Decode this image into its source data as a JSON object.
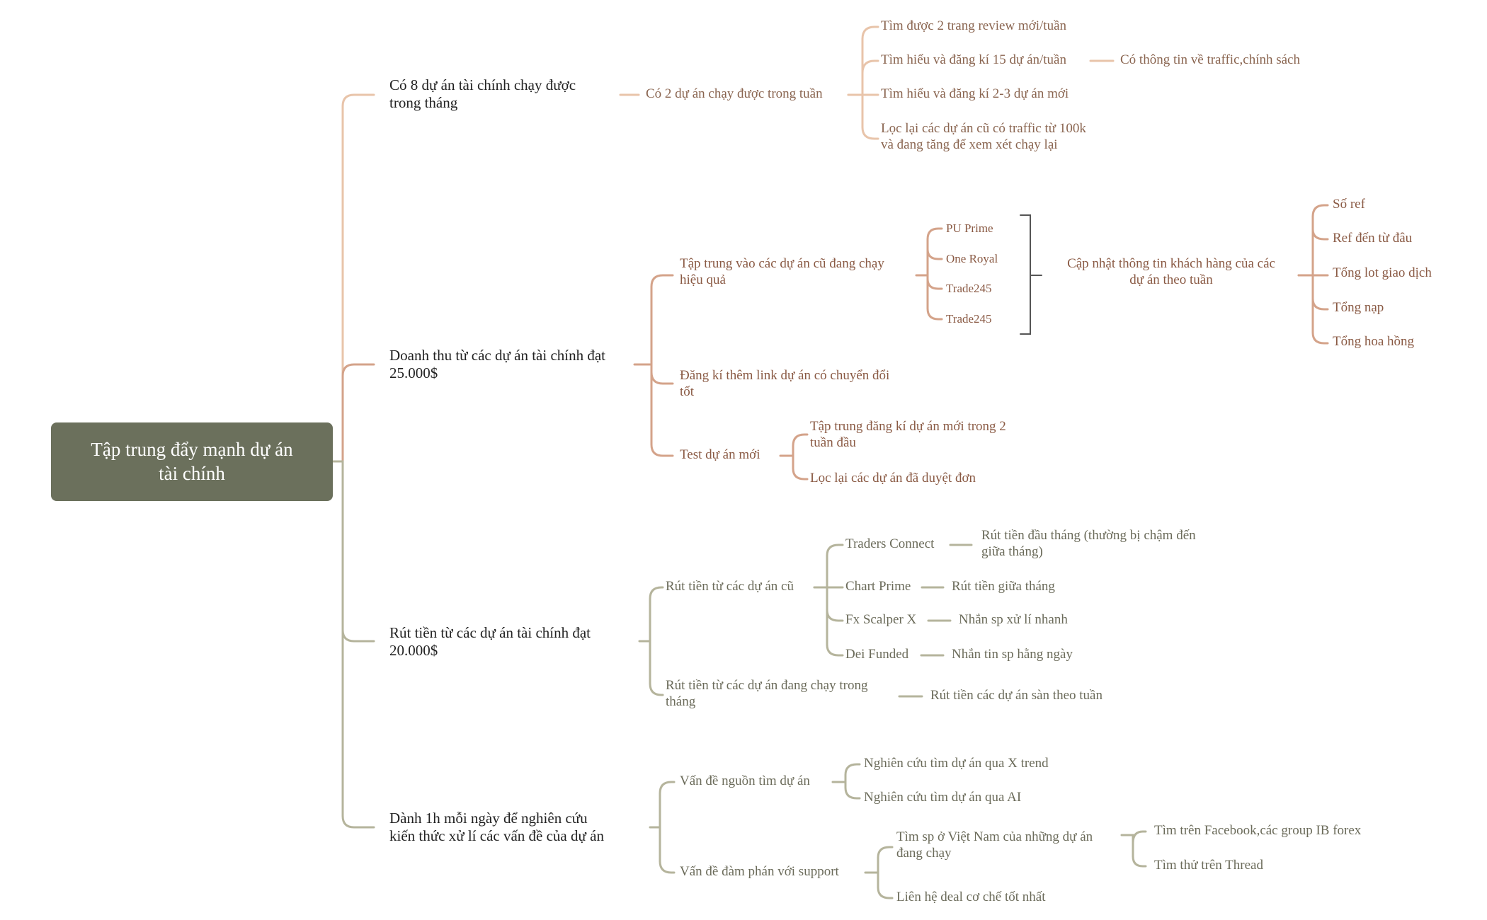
{
  "root": {
    "label": "Tập trung đẩy mạnh dự án\ntài chính"
  },
  "colors": {
    "root_bg": "#6b705c",
    "branch_1": "#e8c4aa",
    "branch_2": "#d4a38a",
    "branch_3": "#b5b49c",
    "branch_4": "#b5b49c",
    "bracket": "#555555"
  },
  "branches": [
    {
      "label": "Có 8 dự án tài chính chạy được\ntrong tháng",
      "children": [
        {
          "label": "Có 2 dự án chạy được trong tuần",
          "children": [
            {
              "label": "Tìm được 2 trang review mới/tuần"
            },
            {
              "label": "Tìm hiểu và đăng kí 15 dự án/tuần",
              "note": "Có thông tin về traffic,chính sách"
            },
            {
              "label": "Tìm hiểu và đăng kí 2-3 dự án mới"
            },
            {
              "label": "Lọc lại các dự án cũ có traffic từ 100k\nvà đang tăng để xem xét chạy lại"
            }
          ]
        }
      ]
    },
    {
      "label": "Doanh thu từ các dự án tài chính đạt\n25.000$",
      "children": [
        {
          "label": "Tập trung vào các dự án cũ đang chạy\nhiệu quả",
          "children": [
            {
              "label": "PU Prime"
            },
            {
              "label": "One Royal"
            },
            {
              "label": "Trade245"
            },
            {
              "label": "Trade245"
            }
          ],
          "summary": {
            "label": "Cập nhật thông tin khách hàng của các\ndự án theo tuần",
            "children": [
              {
                "label": "Số ref"
              },
              {
                "label": "Ref đến từ đâu"
              },
              {
                "label": "Tổng lot giao dịch"
              },
              {
                "label": "Tổng nạp"
              },
              {
                "label": "Tổng hoa hồng"
              }
            ]
          }
        },
        {
          "label": "Đăng kí thêm link dự án có chuyển đổi\ntốt"
        },
        {
          "label": "Test dự án mới",
          "children": [
            {
              "label": "Tập trung đăng kí dự án mới trong 2\ntuần đầu"
            },
            {
              "label": "Lọc lại các dự án đã duyệt đơn"
            }
          ]
        }
      ]
    },
    {
      "label": "Rút tiền từ các dự án tài chính đạt\n20.000$",
      "children": [
        {
          "label": "Rút tiền từ các dự án cũ",
          "children": [
            {
              "label": "Traders Connect",
              "note": "Rút tiền đầu tháng (thường bị chậm đến\ngiữa tháng)"
            },
            {
              "label": "Chart Prime",
              "note": "Rút tiền giữa tháng"
            },
            {
              "label": "Fx Scalper X",
              "note": "Nhắn sp xử lí nhanh"
            },
            {
              "label": "Dei Funded",
              "note": "Nhắn tin sp hằng ngày"
            }
          ]
        },
        {
          "label": "Rút tiền từ các dự án đang chạy trong\ntháng",
          "note": "Rút tiền các dự án sàn theo tuần"
        }
      ]
    },
    {
      "label": "Dành 1h mỗi ngày để nghiên cứu\nkiến thức xử lí các vấn đề của dự án",
      "children": [
        {
          "label": "Vấn đề nguồn tìm dự án",
          "children": [
            {
              "label": "Nghiên cứu tìm dự án qua X trend"
            },
            {
              "label": "Nghiên cứu tìm dự án qua AI"
            }
          ]
        },
        {
          "label": "Vấn đề đàm phán với support",
          "children": [
            {
              "label": "Tìm sp ở Việt Nam của những dự án\nđang chạy",
              "children": [
                {
                  "label": "Tìm trên Facebook,các group IB forex"
                },
                {
                  "label": "Tìm thử trên Thread"
                }
              ]
            },
            {
              "label": "Liên hệ deal cơ chế tốt nhất"
            }
          ]
        }
      ]
    }
  ]
}
